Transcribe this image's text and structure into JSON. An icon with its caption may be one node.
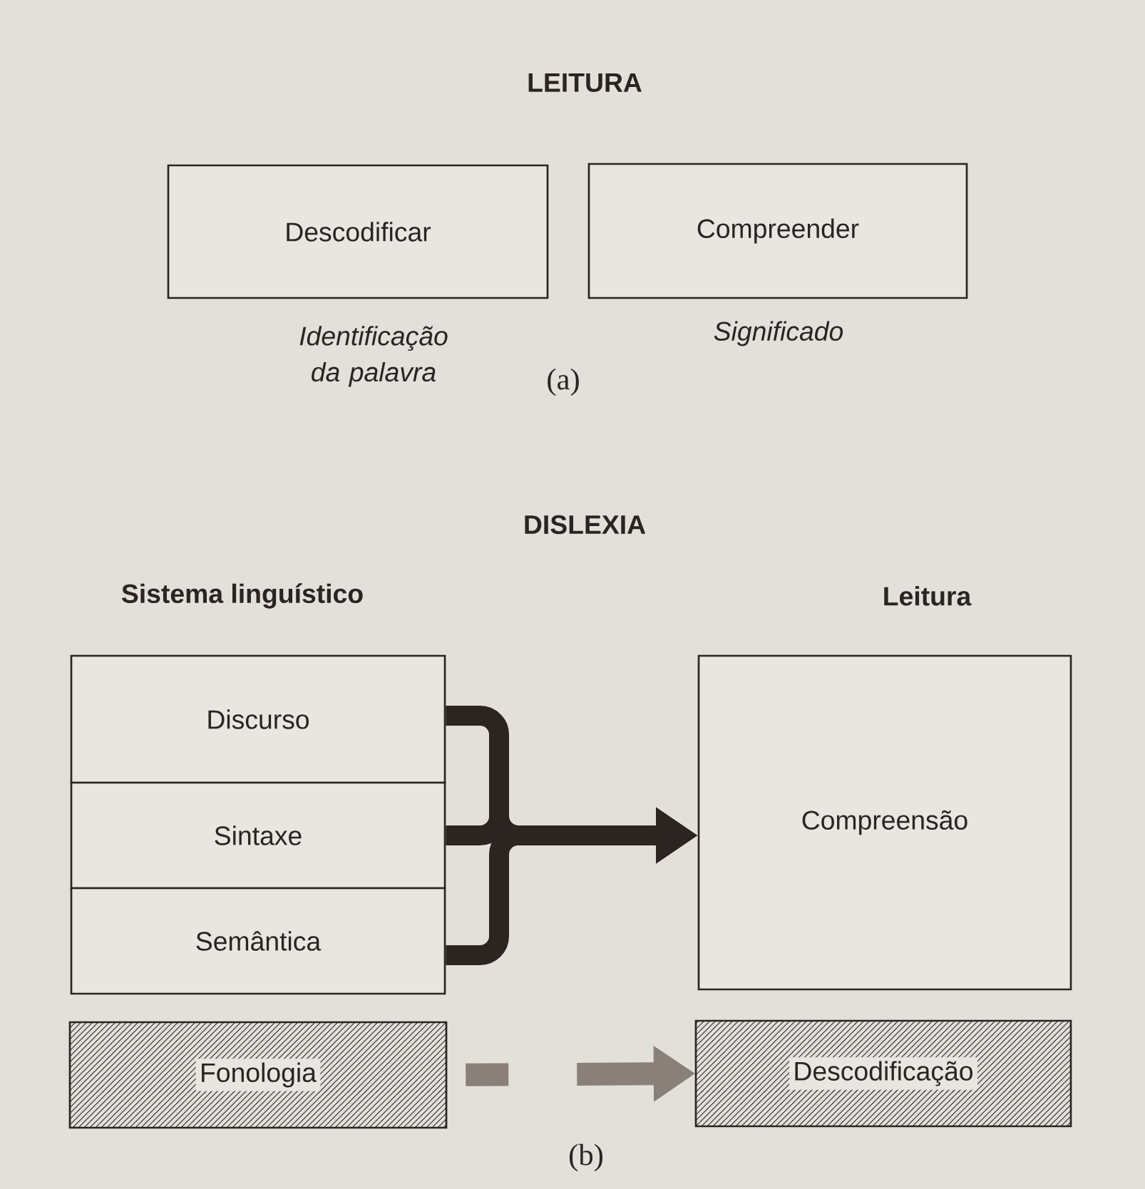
{
  "diagram": {
    "nodes": [
      {
        "text": [
          "Descodificar"
        ],
        "beside": [
          "Identificação da palavra"
        ]
      },
      {
        "text": [
          "Compreender"
        ],
        "beside": [
          "Significado"
        ]
      },
      {
        "text": [
          "Discurso"
        ]
      },
      {
        "text": [
          "Sintaxe"
        ]
      },
      {
        "text": [
          "Semântica"
        ]
      },
      {
        "text": [
          "Compreensão"
        ]
      },
      {
        "text": [
          "Fonologia"
        ]
      },
      {
        "text": [
          "Descodificação"
        ]
      }
    ],
    "edges": [
      {
        "from": 2,
        "to": 5,
        "arrow": "to"
      },
      {
        "from": 3,
        "to": 5,
        "arrow": "to"
      },
      {
        "from": 4,
        "to": 5,
        "arrow": "to"
      },
      {
        "from": 6,
        "to": 7,
        "arrow": "to",
        "style": "dashed",
        "color": "#8a807a"
      }
    ],
    "labels": [
      "LEITURA",
      "(a)",
      "DISLEXIA",
      "Sistema linguístico",
      "Leitura",
      "(b)"
    ]
  }
}
